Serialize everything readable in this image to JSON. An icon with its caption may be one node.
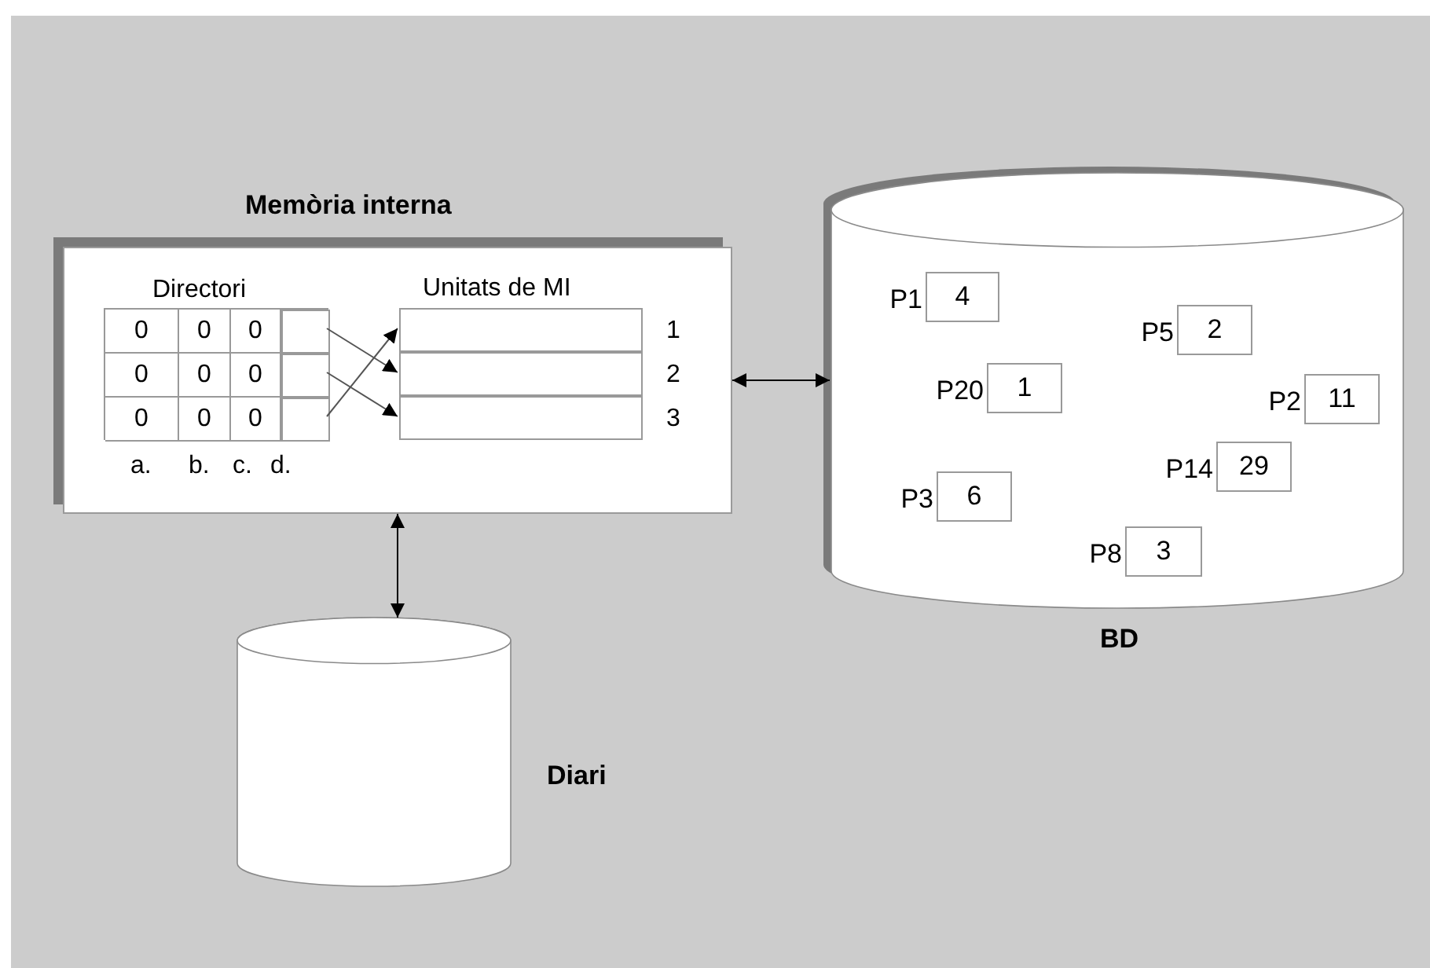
{
  "diagram": {
    "nodes": [
      {
        "text": [
          "Memòria interna"
        ]
      },
      {
        "text": [
          "Directori"
        ],
        "in": 0
      },
      {
        "text": [],
        "shape": "box",
        "in": 1
      },
      {
        "text": [],
        "shape": "box",
        "in": 1
      },
      {
        "text": [],
        "shape": "box",
        "in": 1
      },
      {
        "text": [
          "Unitats de MI"
        ],
        "in": 0
      },
      {
        "text": [],
        "shape": "box",
        "beside": [
          "1"
        ],
        "in": 5
      },
      {
        "text": [],
        "shape": "box",
        "beside": [
          "2"
        ],
        "in": 5
      },
      {
        "text": [],
        "shape": "box",
        "beside": [
          "3"
        ],
        "in": 5
      },
      {
        "text": [
          "BD"
        ]
      },
      {
        "text": [
          "4"
        ],
        "beside": [
          "P1"
        ],
        "in": 9
      },
      {
        "text": [
          "2"
        ],
        "beside": [
          "P5"
        ],
        "in": 9
      },
      {
        "text": [
          "1"
        ],
        "beside": [
          "P20"
        ],
        "in": 9
      },
      {
        "text": [
          "11"
        ],
        "beside": [
          "P2"
        ],
        "in": 9
      },
      {
        "text": [
          "29"
        ],
        "beside": [
          "P14"
        ],
        "in": 9
      },
      {
        "text": [
          "6"
        ],
        "beside": [
          "P3"
        ],
        "in": 9
      },
      {
        "text": [
          "3"
        ],
        "beside": [
          "P8"
        ],
        "in": 9
      },
      {
        "text": [
          "Diari"
        ]
      }
    ],
    "edges": [
      {
        "from": 2,
        "to": 7,
        "arrow": "to"
      },
      {
        "from": 3,
        "to": 8,
        "arrow": "to"
      },
      {
        "from": 4,
        "to": 6,
        "arrow": "to"
      },
      {
        "from": 0,
        "to": 9,
        "arrow": "both"
      },
      {
        "from": 0,
        "to": 17,
        "arrow": "both"
      }
    ],
    "labels": [
      "0",
      "0",
      "0",
      "0",
      "0",
      "0",
      "0",
      "0",
      "0",
      "a.",
      "b.",
      "c.",
      "d."
    ]
  }
}
